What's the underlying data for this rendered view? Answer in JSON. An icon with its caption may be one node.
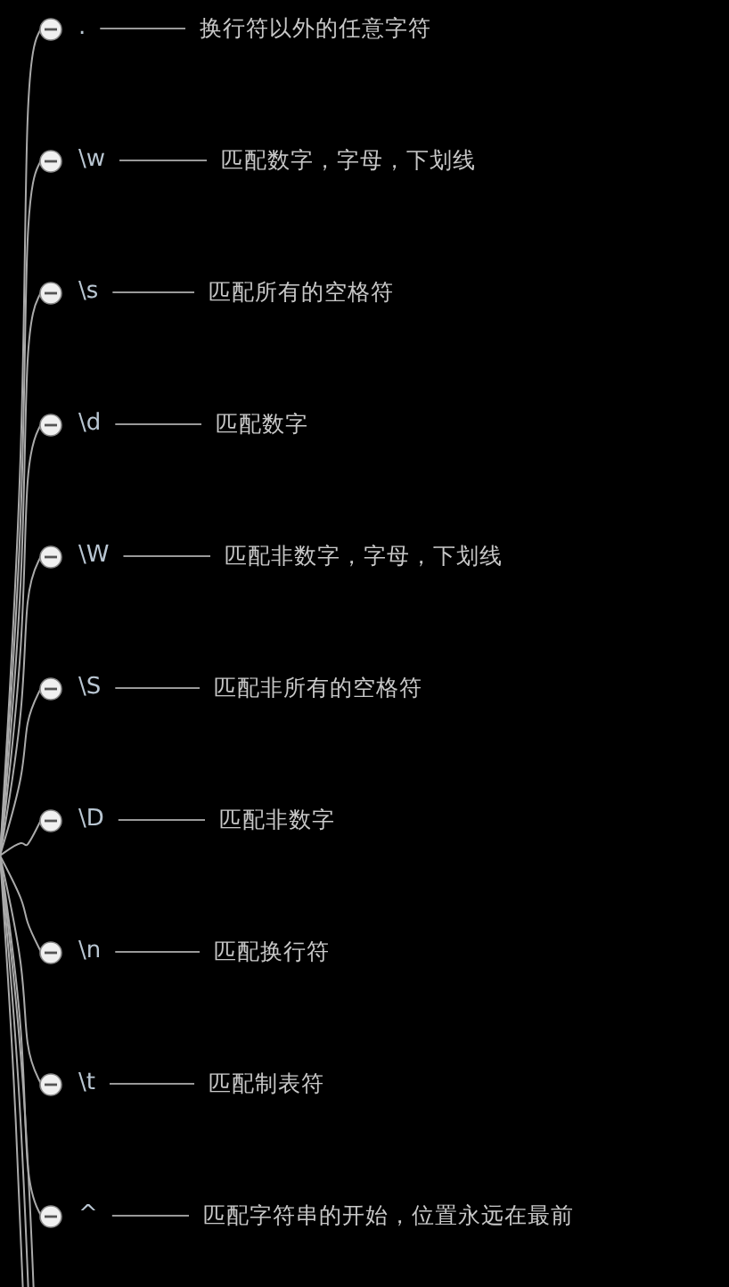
{
  "diagram": {
    "nodes": [
      {
        "text": [
          "."
        ]
      },
      {
        "text": [
          "换行符以外的任意字符"
        ]
      },
      {
        "text": [
          "\\w"
        ]
      },
      {
        "text": [
          "匹配数字，字母，下划线"
        ]
      },
      {
        "text": [
          "\\s"
        ]
      },
      {
        "text": [
          "匹配所有的空格符"
        ]
      },
      {
        "text": [
          "\\d"
        ]
      },
      {
        "text": [
          "匹配数字"
        ]
      },
      {
        "text": [
          "\\W"
        ]
      },
      {
        "text": [
          "匹配非数字，字母，下划线"
        ]
      },
      {
        "text": [
          "\\S"
        ]
      },
      {
        "text": [
          "匹配非所有的空格符"
        ]
      },
      {
        "text": [
          "\\D"
        ]
      },
      {
        "text": [
          "匹配非数字"
        ]
      },
      {
        "text": [
          "\\n"
        ]
      },
      {
        "text": [
          "匹配换行符"
        ]
      },
      {
        "text": [
          "\\t"
        ]
      },
      {
        "text": [
          "匹配制表符"
        ]
      },
      {
        "text": [
          "^"
        ]
      },
      {
        "text": [
          "匹配字符串的开始，位置永远在最前"
        ]
      }
    ],
    "edges": [
      {
        "from": null,
        "to": 0,
        "arrow": "none"
      },
      {
        "from": 0,
        "to": 1,
        "arrow": "none"
      },
      {
        "from": null,
        "to": 2,
        "arrow": "none"
      },
      {
        "from": 2,
        "to": 3,
        "arrow": "none"
      },
      {
        "from": null,
        "to": 4,
        "arrow": "none"
      },
      {
        "from": 4,
        "to": 5,
        "arrow": "none"
      },
      {
        "from": null,
        "to": 6,
        "arrow": "none"
      },
      {
        "from": 6,
        "to": 7,
        "arrow": "none"
      },
      {
        "from": null,
        "to": 8,
        "arrow": "none"
      },
      {
        "from": 8,
        "to": 9,
        "arrow": "none"
      },
      {
        "from": null,
        "to": 10,
        "arrow": "none"
      },
      {
        "from": 10,
        "to": 11,
        "arrow": "none"
      },
      {
        "from": null,
        "to": 12,
        "arrow": "none"
      },
      {
        "from": 12,
        "to": 13,
        "arrow": "none"
      },
      {
        "from": null,
        "to": 14,
        "arrow": "none"
      },
      {
        "from": 14,
        "to": 15,
        "arrow": "none"
      },
      {
        "from": null,
        "to": 16,
        "arrow": "none"
      },
      {
        "from": 16,
        "to": 17,
        "arrow": "none"
      },
      {
        "from": null,
        "to": 18,
        "arrow": "none"
      },
      {
        "from": 18,
        "to": 19,
        "arrow": "none"
      }
    ]
  }
}
